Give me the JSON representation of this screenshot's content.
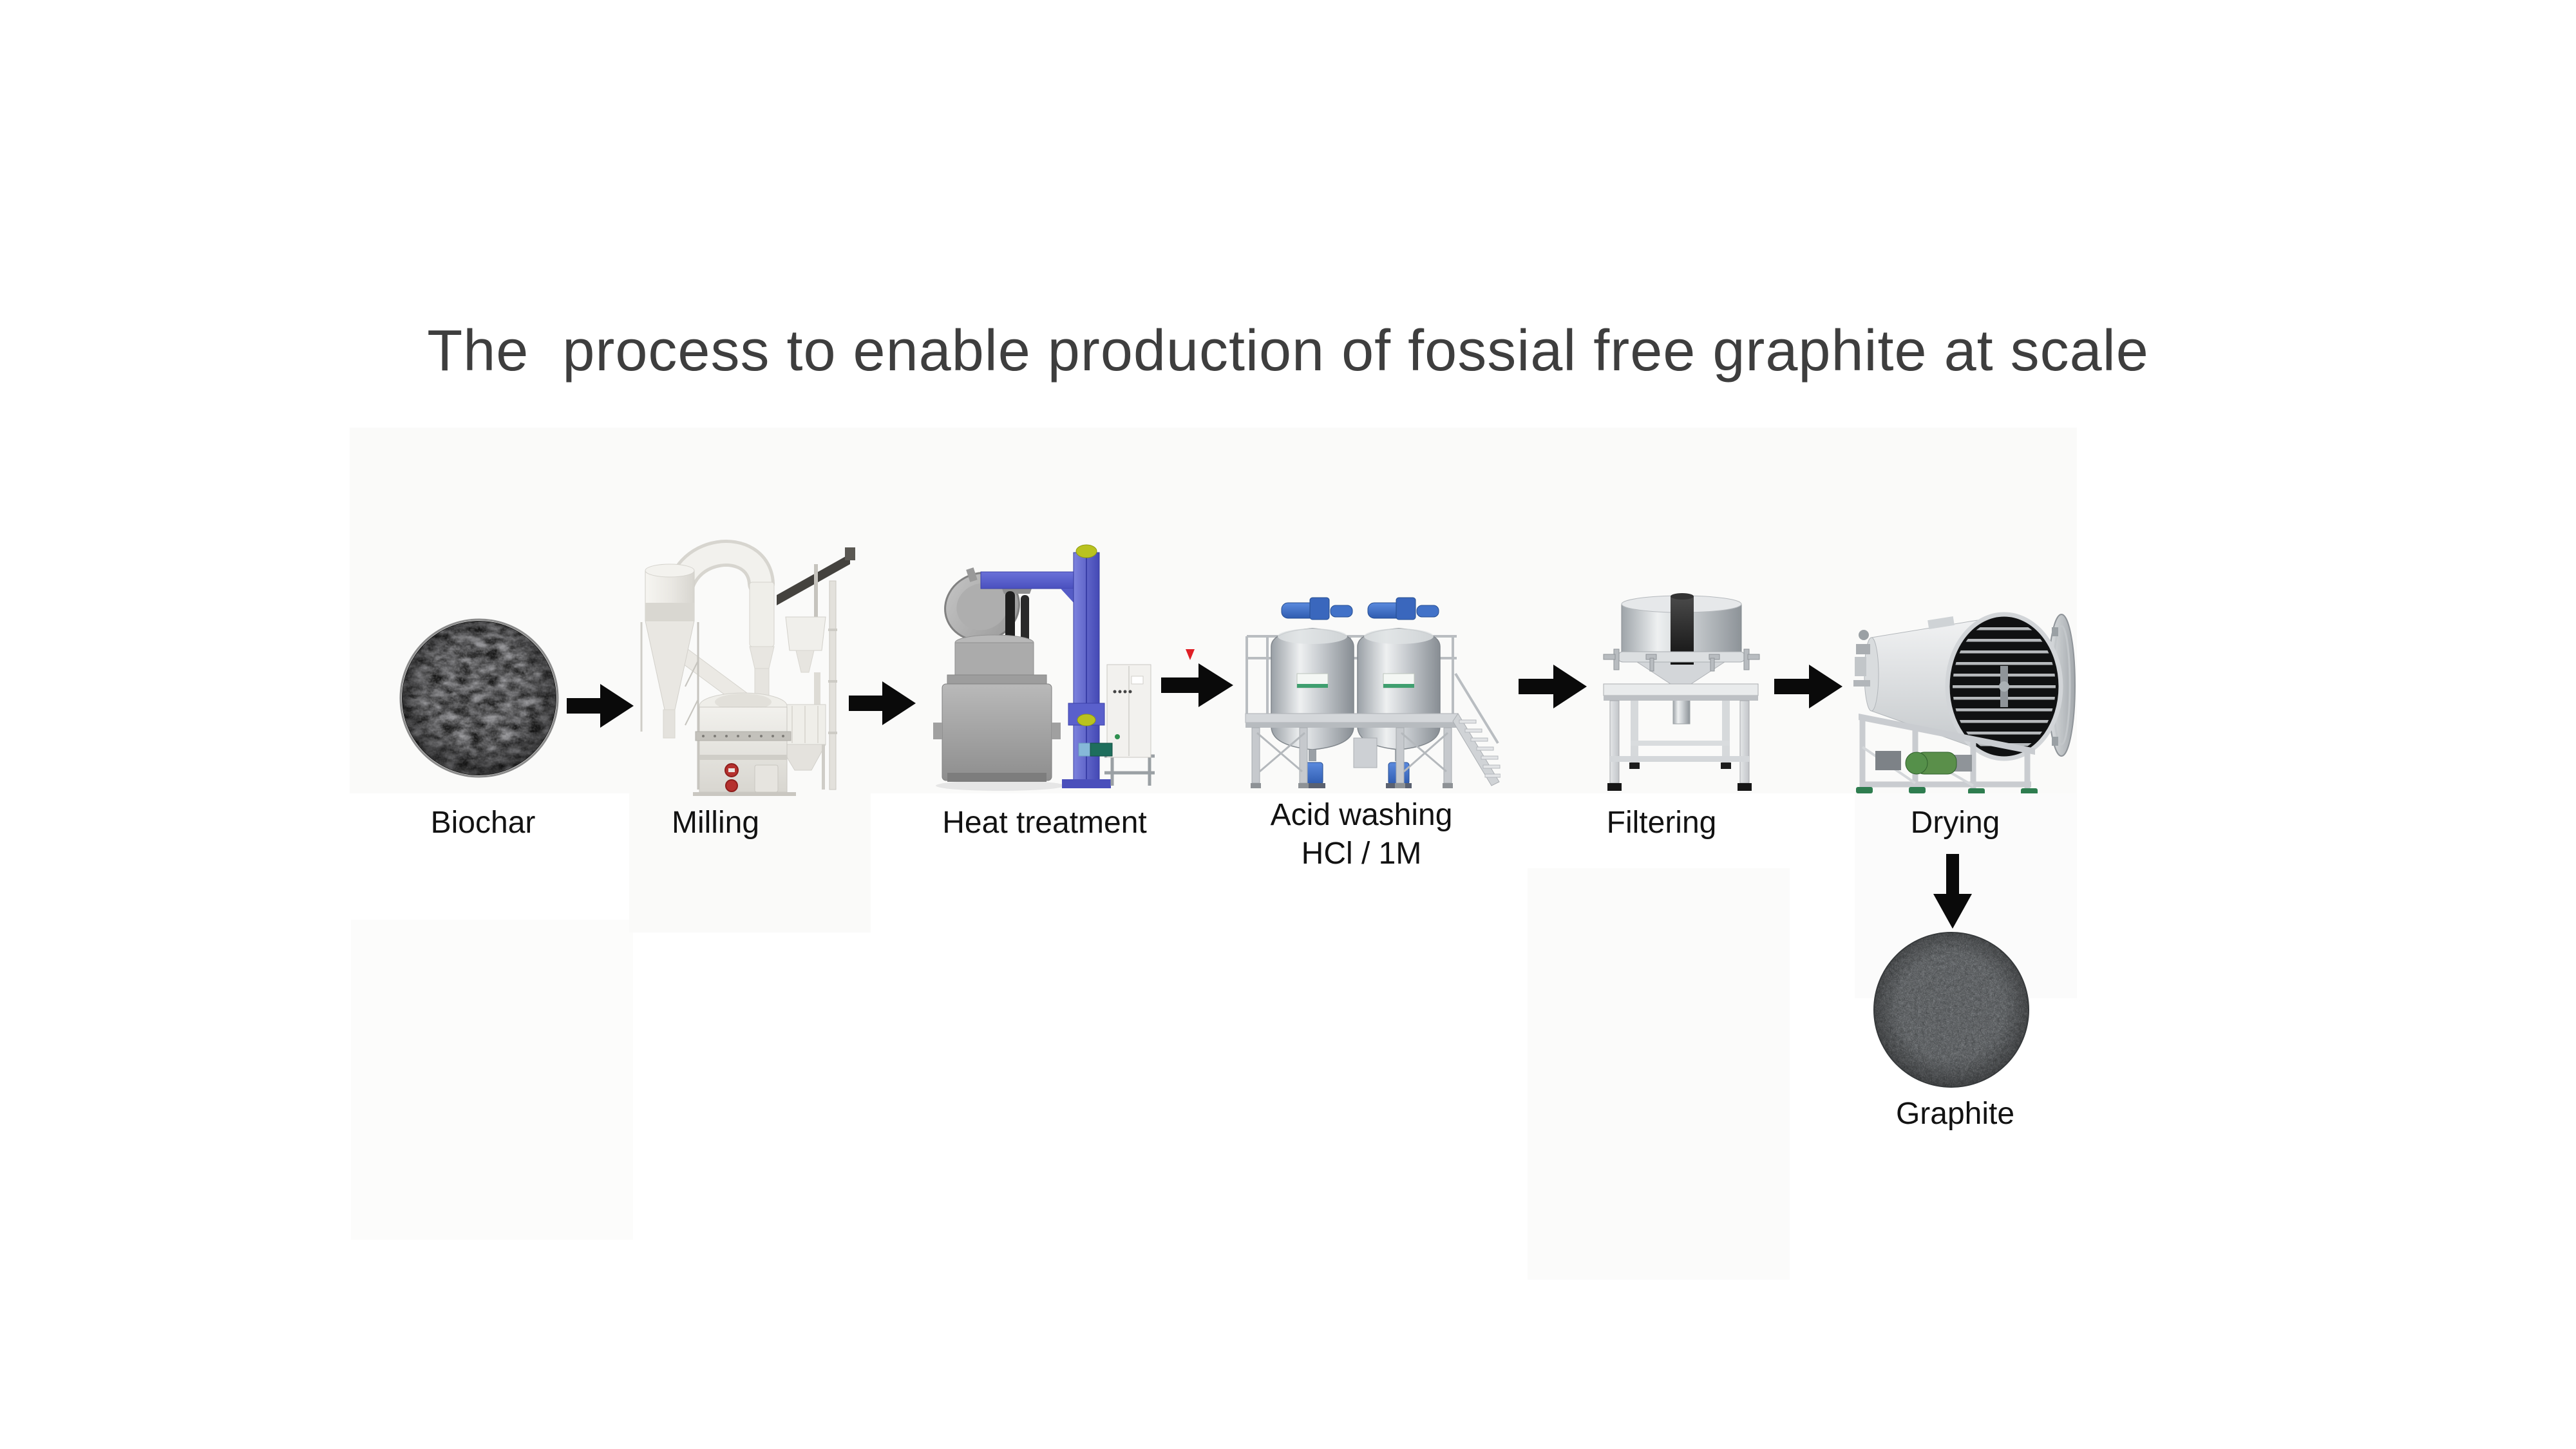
{
  "title": "The  process to enable production of fossial free graphite at scale",
  "steps": [
    {
      "id": "biochar",
      "label": "Biochar"
    },
    {
      "id": "milling",
      "label": "Milling"
    },
    {
      "id": "heat-treatment",
      "label": "Heat treatment"
    },
    {
      "id": "acid-washing",
      "label": "Acid washing",
      "sublabel": "HCl / 1M"
    },
    {
      "id": "filtering",
      "label": "Filtering"
    },
    {
      "id": "drying",
      "label": "Drying"
    }
  ],
  "output_label": "Graphite",
  "colors": {
    "title": "#3e3e3e",
    "label": "#121212",
    "arrow": "#0a0a0a",
    "marker": "#e01f26",
    "background": "#ffffff"
  }
}
